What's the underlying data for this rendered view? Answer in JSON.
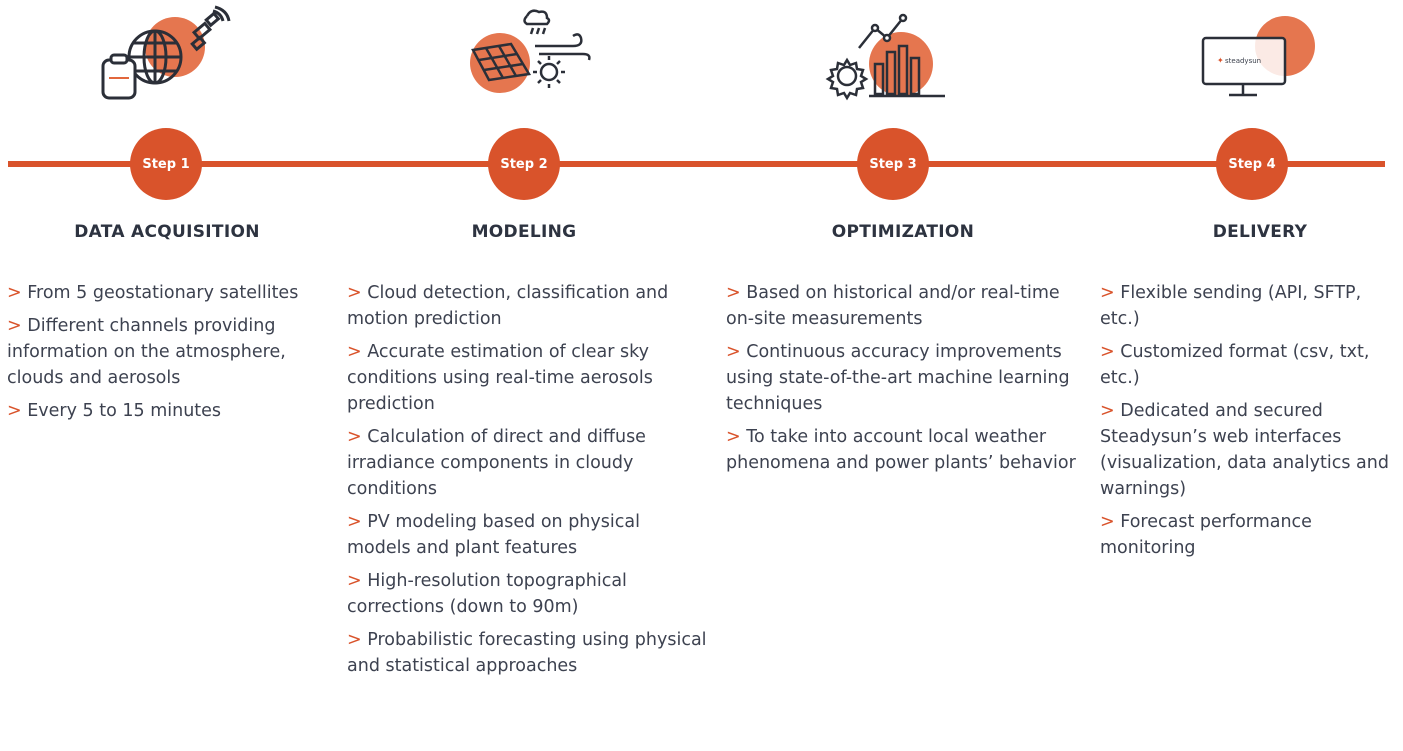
{
  "colors": {
    "accent": "#d9532b",
    "text": "#3d4250",
    "title": "#2d3340"
  },
  "steps": [
    {
      "label": "Step 1",
      "title": "DATA ACQUISITION",
      "icon": "satellite-globe-icon",
      "items": [
        "From 5 geostationary satellites",
        "Different channels providing information on the atmosphere, clouds and aerosols",
        "Every 5 to 15 minutes"
      ]
    },
    {
      "label": "Step 2",
      "title": "MODELING",
      "icon": "solar-panel-weather-icon",
      "items": [
        "Cloud detection, classification and motion prediction",
        "Accurate estimation of clear sky conditions using real-time aerosols prediction",
        "Calculation of direct and diffuse irradiance components in cloudy conditions",
        "PV modeling based on physical models and plant features",
        "High-resolution topographical corrections (down to 90m)",
        "Probabilistic forecasting using physical and statistical approaches"
      ]
    },
    {
      "label": "Step 3",
      "title": "OPTIMIZATION",
      "icon": "gear-chart-icon",
      "items": [
        "Based on historical and/or real-time on-site measurements",
        "Continuous accuracy improvements using state-of-the-art machine learning techniques",
        "To take into account local weather phenomena and power plants’ behavior"
      ]
    },
    {
      "label": "Step 4",
      "title": "DELIVERY",
      "icon": "monitor-icon",
      "icon_text": "steadysun",
      "items": [
        "Flexible sending (API, SFTP, etc.)",
        "Customized format (csv, txt, etc.)",
        " Dedicated and secured Steadysun’s web interfaces (visualization, data analytics and warnings)",
        "Forecast performance monitoring"
      ]
    }
  ],
  "bullet_marker": ">"
}
